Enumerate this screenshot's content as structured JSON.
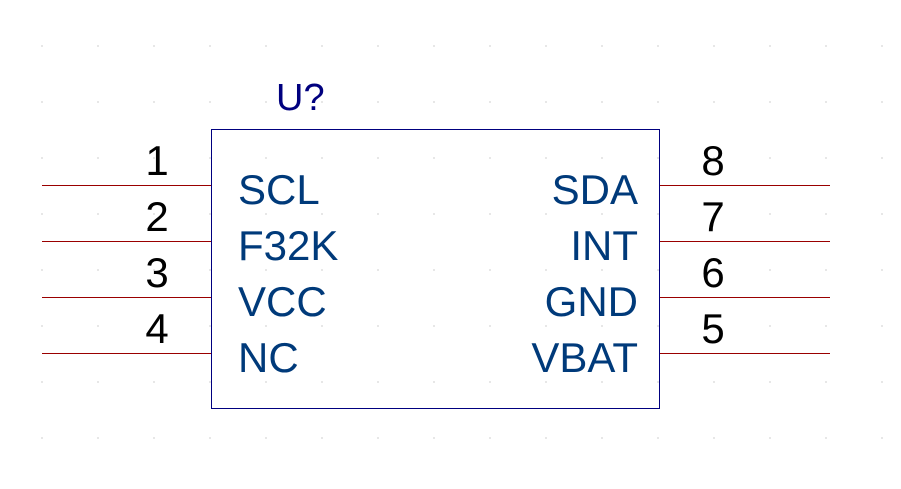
{
  "component": {
    "designator": "U?",
    "border_color": "#00007f",
    "pin_line_color": "#9a0000",
    "pin_name_color": "#003a7a"
  },
  "pins_left": [
    {
      "number": "1",
      "name": "SCL"
    },
    {
      "number": "2",
      "name": "F32K"
    },
    {
      "number": "3",
      "name": "VCC"
    },
    {
      "number": "4",
      "name": "NC"
    }
  ],
  "pins_right": [
    {
      "number": "8",
      "name": "SDA"
    },
    {
      "number": "7",
      "name": "INT"
    },
    {
      "number": "6",
      "name": "GND"
    },
    {
      "number": "5",
      "name": "VBAT"
    }
  ]
}
